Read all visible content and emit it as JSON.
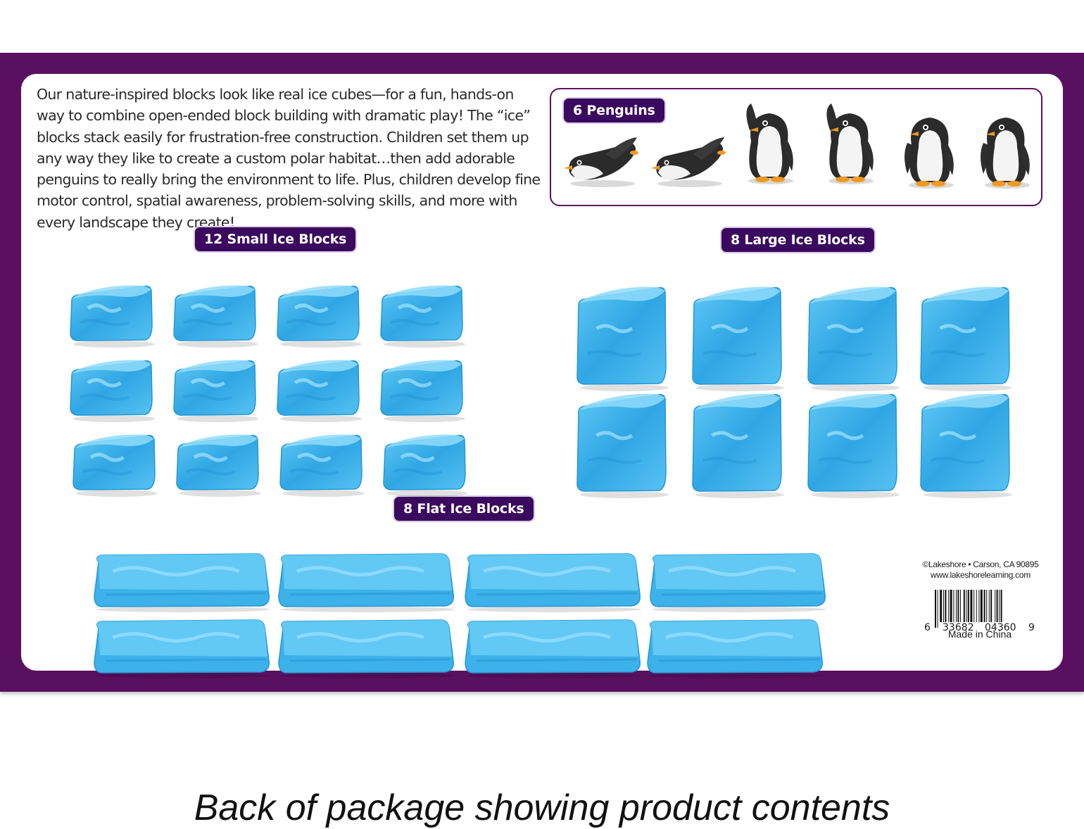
{
  "description": "Our nature-inspired blocks look like real ice cubes—for a fun, hands-on way to combine open-ended block building with dramatic play! The “ice” blocks stack easily for frustration-free construction. Children set them up any way they like to create a custom polar habitat…then add adorable penguins to really bring the environment to life. Plus, children develop fine motor control, spatial awareness, problem-solving skills, and more with every landscape they create!",
  "labels": {
    "penguins": "6 Penguins",
    "small_blocks": "12 Small Ice Blocks",
    "large_blocks": "8 Large Ice Blocks",
    "flat_blocks": "8 Flat Ice Blocks"
  },
  "legal": {
    "line1": "©Lakeshore • Carson, CA 90895",
    "line2": "www.lakeshorelearning.com"
  },
  "barcode": {
    "first_digit": "6",
    "left_group": "33682",
    "right_group": "04360",
    "check_digit": "9",
    "origin": "Made in China"
  },
  "caption": "Back of package showing product contents",
  "colors": {
    "brand_purple": "#5a1060",
    "pill_purple": "#3a0a5e",
    "ice_blue": "#3fb4ec"
  },
  "counts": {
    "penguins": 6,
    "small_blocks": 12,
    "large_blocks": 8,
    "flat_blocks": 8
  }
}
